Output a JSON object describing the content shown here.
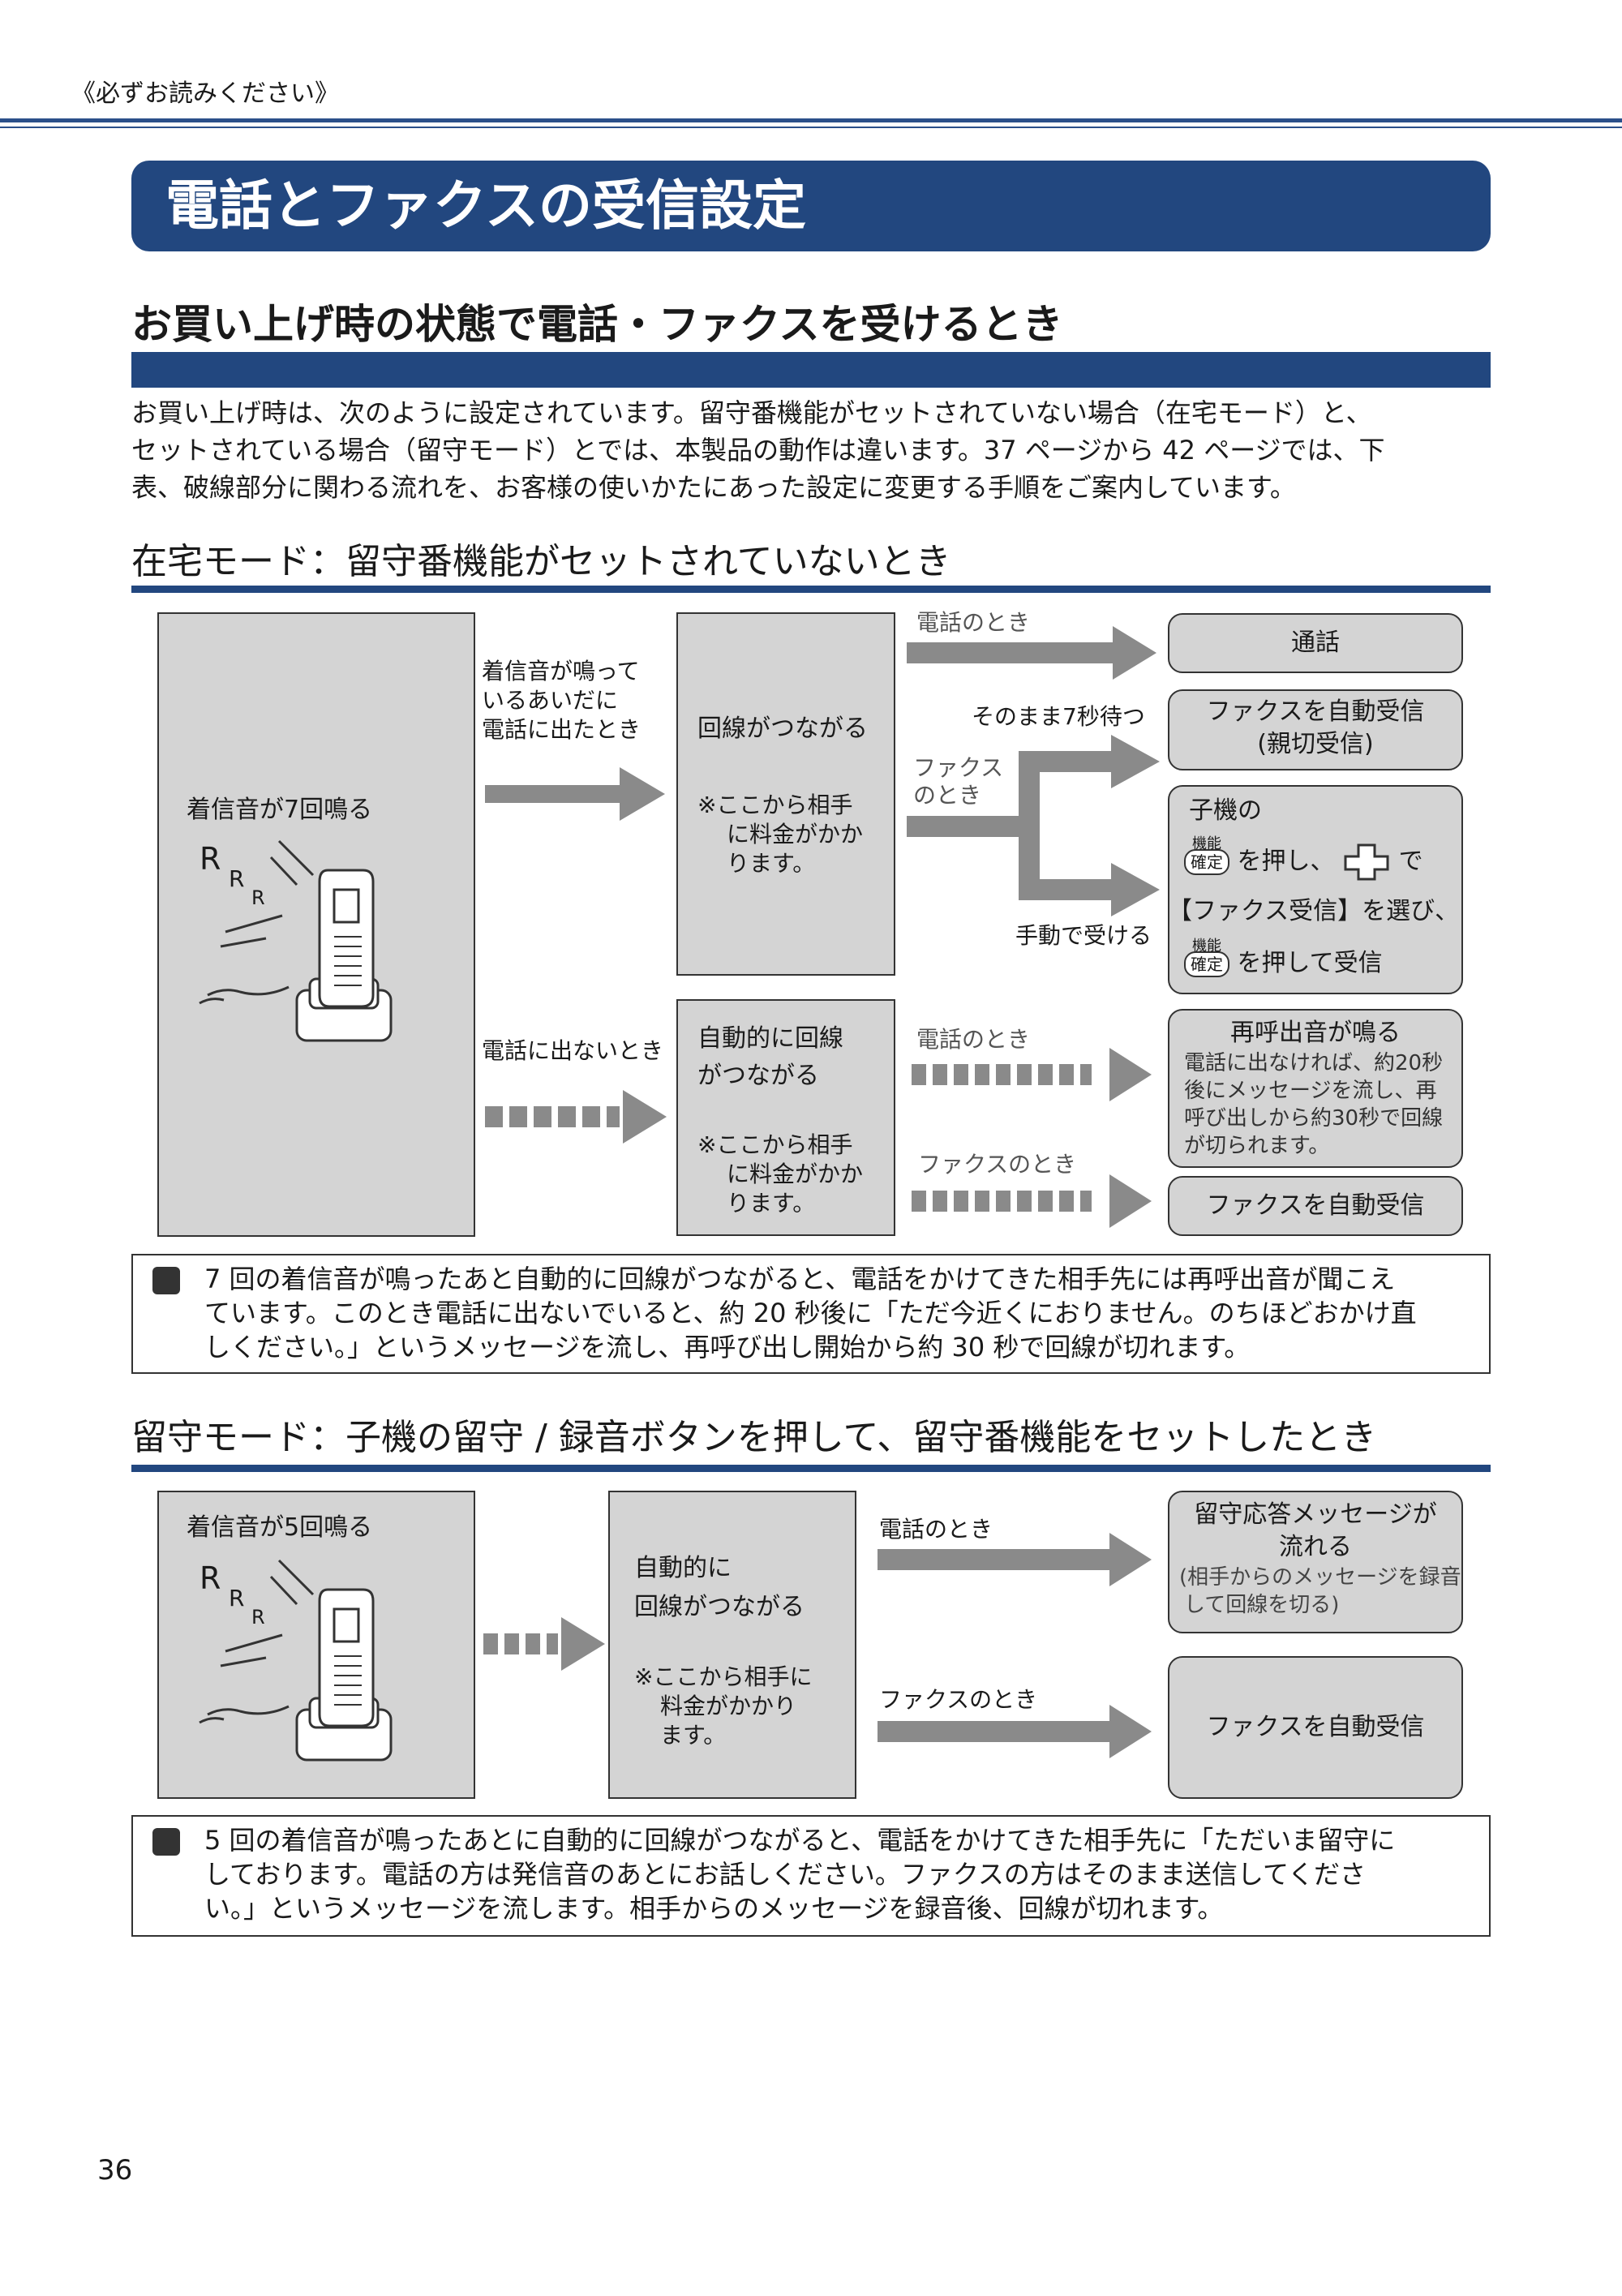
{
  "header_note": "《必ずお読みください》",
  "page_title": "電話とファクスの受信設定",
  "section_title": "お買い上げ時の状態で電話・ファクスを受けるとき",
  "intro_lines": [
    "お買い上げ時は、次のように設定されています。留守番機能がセットされていない場合（在宅モード）と、",
    "セットされている場合（留守モード）とでは、本製品の動作は違います。37 ページから 42 ページでは、下",
    "表、破線部分に関わる流れを、お客様の使いかたにあった設定に変更する手順をご案内しています。"
  ],
  "home_mode": {
    "heading": "在宅モード：留守番機能がセットされていないとき",
    "ring_text": "着信音が7回鳴る",
    "ring_letters": [
      "R",
      "R",
      "R"
    ],
    "answer_label": [
      "着信音が鳴って",
      "いるあいだに",
      "電話に出たとき"
    ],
    "no_answer_label": "電話に出ないとき",
    "connected": "回線がつながる",
    "charge_note": [
      "※ここから相手",
      "に料金がかか",
      "ります。"
    ],
    "auto_connected": [
      "自動的に回線",
      "がつながる"
    ],
    "auto_charge_note": [
      "※ここから相手",
      "に料金がかか",
      "ります。"
    ],
    "phone_label": "電話のとき",
    "fax_label": [
      "ファクス",
      "のとき"
    ],
    "wait_label": "そのまま7秒待つ",
    "manual_label": "手動で受ける",
    "call_result": "通話",
    "fax_auto_kind": [
      "ファクスを自動受信",
      "(親切受信)"
    ],
    "handset_title": "子機の",
    "key_top": "機能",
    "key_label": "確定",
    "handset_step1": "を押し、",
    "handset_step1b": "で",
    "handset_step2": "【ファクス受信】を選び、",
    "handset_step3": "を押して受信",
    "phone_label2": "電話のとき",
    "fax_label2": "ファクスのとき",
    "recall_title": "再呼出音が鳴る",
    "recall_desc": [
      "電話に出なければ、約20秒",
      "後にメッセージを流し、再",
      "呼び出しから約30秒で回線",
      "が切られます。"
    ],
    "fax_auto": "ファクスを自動受信",
    "note_lines": [
      "7 回の着信音が鳴ったあと自動的に回線がつながると、電話をかけてきた相手先には再呼出音が聞こえ",
      "ています。このとき電話に出ないでいると、約 20 秒後に「ただ今近くにおりません。のちほどおかけ直",
      "しください。」というメッセージを流し、再呼び出し開始から約 30 秒で回線が切れます。"
    ]
  },
  "away_mode": {
    "heading": "留守モード：子機の留守 / 録音ボタンを押して、留守番機能をセットしたとき",
    "ring_text": "着信音が5回鳴る",
    "ring_letters": [
      "R",
      "R",
      "R"
    ],
    "auto_connected": [
      "自動的に",
      "回線がつながる"
    ],
    "charge_note": [
      "※ここから相手に",
      "料金がかかり",
      "ます。"
    ],
    "phone_label": "電話のとき",
    "fax_label": "ファクスのとき",
    "message_title": [
      "留守応答メッセージが",
      "流れる"
    ],
    "message_desc": [
      "(相手からのメッセージを録音",
      "して回線を切る)"
    ],
    "fax_auto": "ファクスを自動受信",
    "note_lines": [
      "5 回の着信音が鳴ったあとに自動的に回線がつながると、電話をかけてきた相手先に「ただいま留守に",
      "しております。電話の方は発信音のあとにお話しください。ファクスの方はそのまま送信してくださ",
      "い。」というメッセージを流します。相手からのメッセージを録音後、回線が切れます。"
    ]
  },
  "page_number": "36",
  "colors": {
    "primary": "#22477f",
    "box_fill": "#d4d4d4",
    "arrow": "#8a8a8a"
  }
}
